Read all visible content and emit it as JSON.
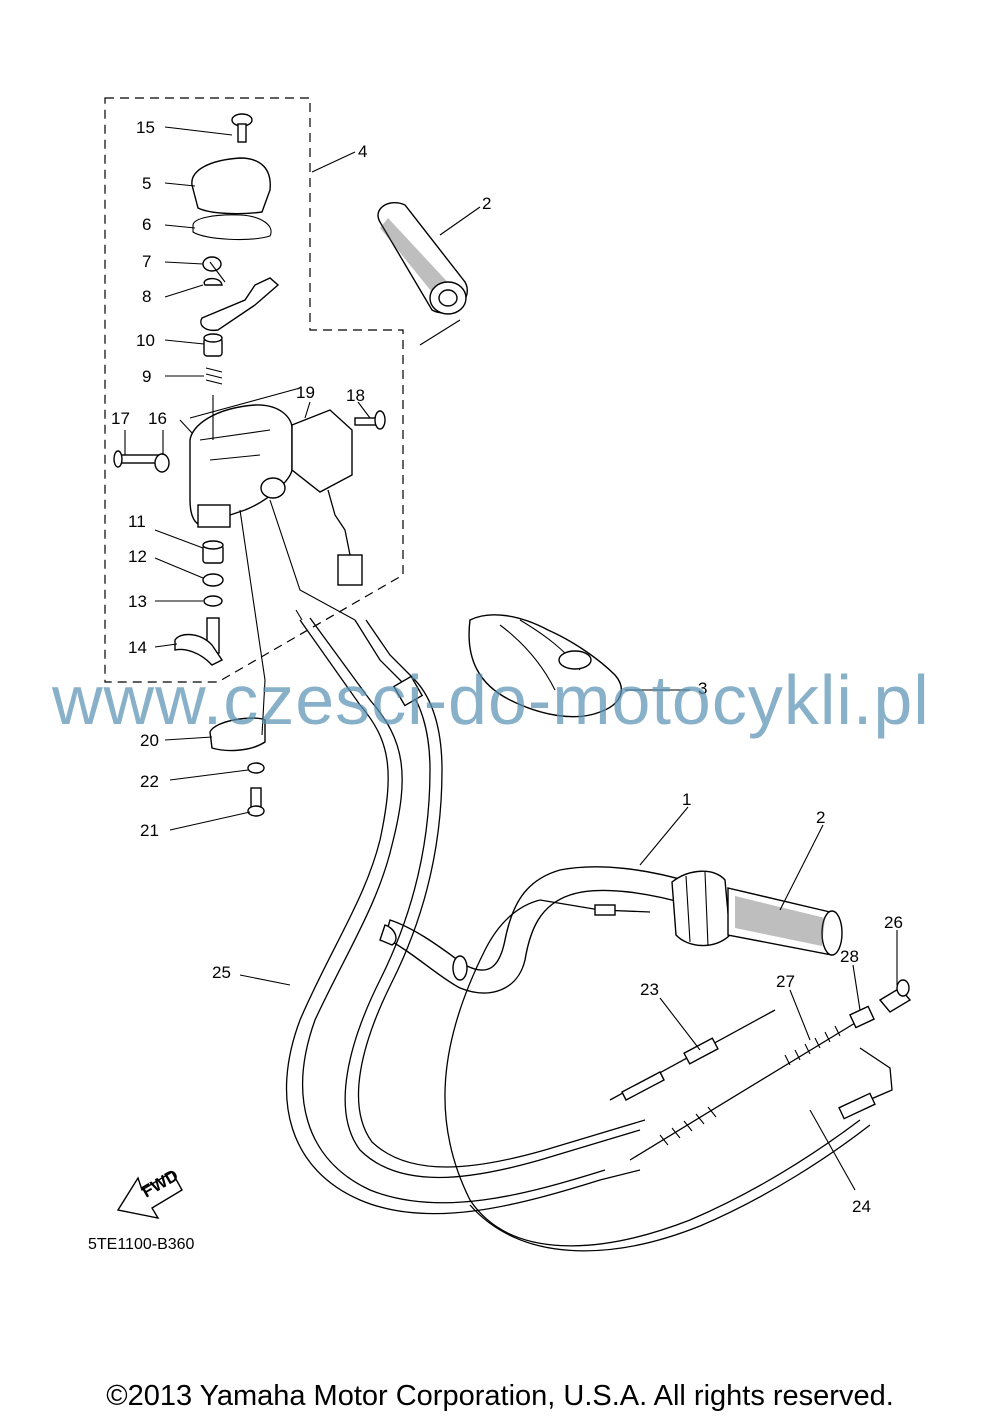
{
  "diagram": {
    "drawing_code": "5TE1100-B360",
    "watermark": "www.czesci-do-motocykli.pl",
    "copyright": "©2013 Yamaha Motor Corporation, U.S.A. All rights reserved.",
    "fwd_label": "FWD",
    "callouts": {
      "c1": "1",
      "c2a": "2",
      "c2b": "2",
      "c3": "3",
      "c4": "4",
      "c5": "5",
      "c6": "6",
      "c7": "7",
      "c8": "8",
      "c9": "9",
      "c10": "10",
      "c11": "11",
      "c12": "12",
      "c13": "13",
      "c14": "14",
      "c15": "15",
      "c16": "16",
      "c17": "17",
      "c18": "18",
      "c19": "19",
      "c20": "20",
      "c21": "21",
      "c22": "22",
      "c23": "23",
      "c24": "24",
      "c25": "25",
      "c26": "26",
      "c27": "27",
      "c28": "28"
    }
  }
}
